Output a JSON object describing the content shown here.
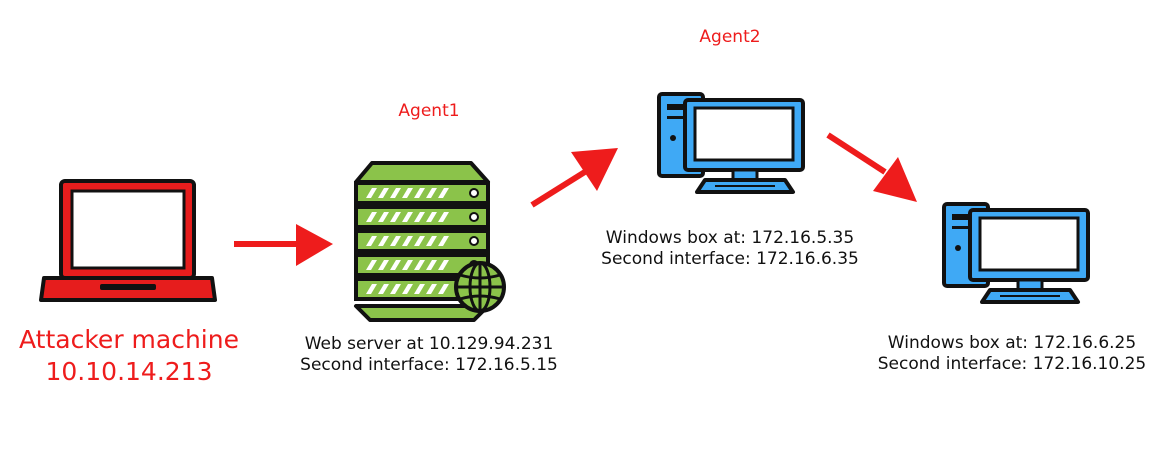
{
  "nodes": {
    "attacker": {
      "name": "Attacker machine",
      "ip": "10.10.14.213",
      "icon": "laptop-icon"
    },
    "agent1": {
      "tag": "Agent1",
      "line1": "Web server at 10.129.94.231",
      "line2": "Second interface: 172.16.5.15",
      "icon": "server-globe-icon"
    },
    "agent2": {
      "tag": "Agent2",
      "line1": "Windows box at: 172.16.5.35",
      "line2": "Second interface: 172.16.6.35",
      "icon": "desktop-computer-icon"
    },
    "target": {
      "line1": "Windows box at: 172.16.6.25",
      "line2": "Second interface: 172.16.10.25",
      "icon": "desktop-computer-icon"
    }
  },
  "colors": {
    "accent_red": "#ee1c1c",
    "laptop_red": "#e61d1d",
    "server_green": "#8bc34a",
    "monitor_blue": "#3fa9f5",
    "outline": "#111111"
  }
}
